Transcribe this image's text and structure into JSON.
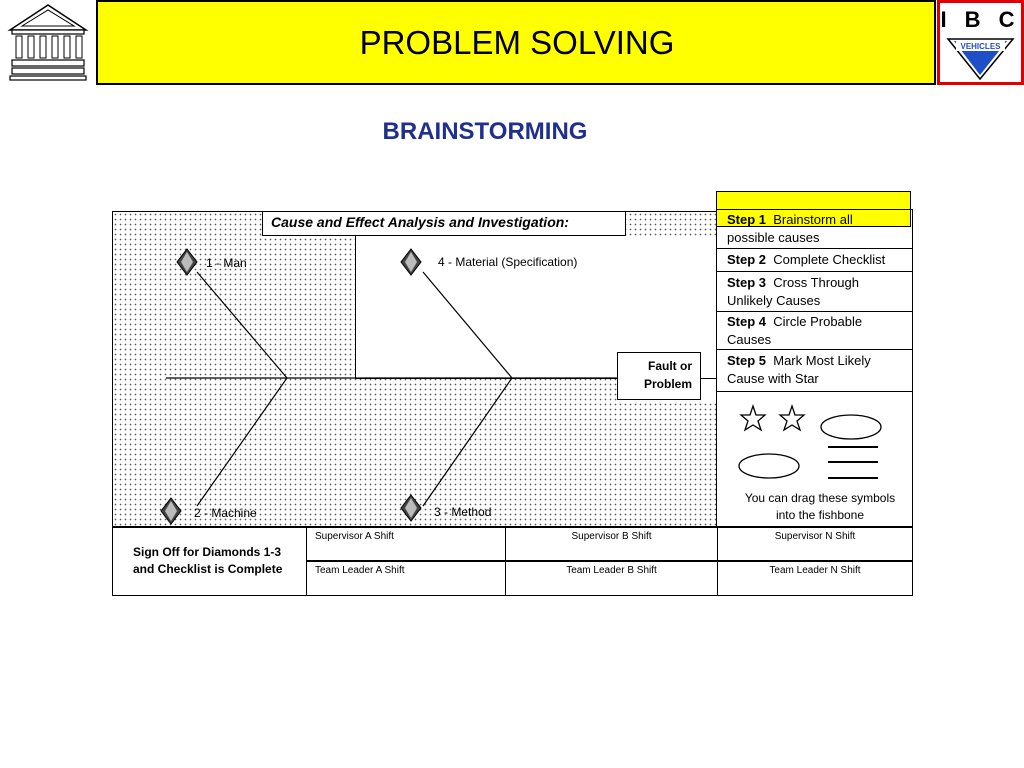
{
  "header": {
    "title": "PROBLEM SOLVING",
    "logo_letters": "I B C",
    "logo_sub": "VEHICLES"
  },
  "subtitle": "BRAINSTORMING",
  "analysis_title": "Cause and Effect Analysis and Investigation:",
  "diamonds": {
    "man": "1 - Man",
    "material": "4 - Material (Specification)",
    "machine": "2 - Machine",
    "method": "3 - Method"
  },
  "fault": {
    "line1": "Fault or",
    "line2": "Problem"
  },
  "steps": [
    {
      "num": "Step 1",
      "line1": "Brainstorm all",
      "line2": "possible causes"
    },
    {
      "num": "Step 2",
      "line1": "Complete Checklist",
      "line2": ""
    },
    {
      "num": "Step 3",
      "line1": "Cross Through",
      "line2": "Unlikely Causes"
    },
    {
      "num": "Step 4",
      "line1": "Circle Probable",
      "line2": "Causes"
    },
    {
      "num": "Step 5",
      "line1": "Mark Most Likely",
      "line2": "Cause with Star"
    }
  ],
  "symbols_note": {
    "line1": "You can drag these symbols",
    "line2": "into the fishbone"
  },
  "signoff": {
    "line1": "Sign Off for Diamonds 1-3",
    "line2": "and Checklist is Complete"
  },
  "signatures": {
    "supervisors": [
      "Supervisor A Shift",
      "Supervisor B Shift",
      "Supervisor N Shift"
    ],
    "team_leaders": [
      "Team Leader A Shift",
      "Team Leader B Shift",
      "Team Leader N Shift"
    ]
  },
  "colors": {
    "header_bg": "#ffff00",
    "logo_red": "#e00000",
    "logo_blue": "#1f4fc8",
    "subtitle": "#1f2f8c"
  }
}
